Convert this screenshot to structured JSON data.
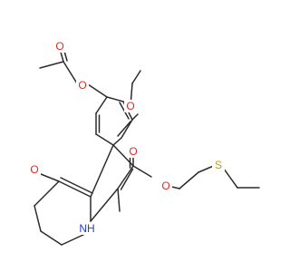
{
  "atoms": {
    "o_ester_carbonyl": {
      "text": "O",
      "color": "#e8281e"
    },
    "o_ester_link": {
      "text": "O",
      "color": "#e8281e"
    },
    "o_methoxy": {
      "text": "O",
      "color": "#e8281e"
    },
    "o_acetyl_link": {
      "text": "O",
      "color": "#e8281e"
    },
    "o_acetyl_carbonyl": {
      "text": "O",
      "color": "#e8281e"
    },
    "o_ketone": {
      "text": "O",
      "color": "#e8281e"
    },
    "s_thioether": {
      "text": "S",
      "color": "#b8a400"
    },
    "n_amine": {
      "text": "NH",
      "color": "#1f3fd0"
    }
  },
  "colors": {
    "bond": "#2b2b2b",
    "background": "#ffffff"
  }
}
